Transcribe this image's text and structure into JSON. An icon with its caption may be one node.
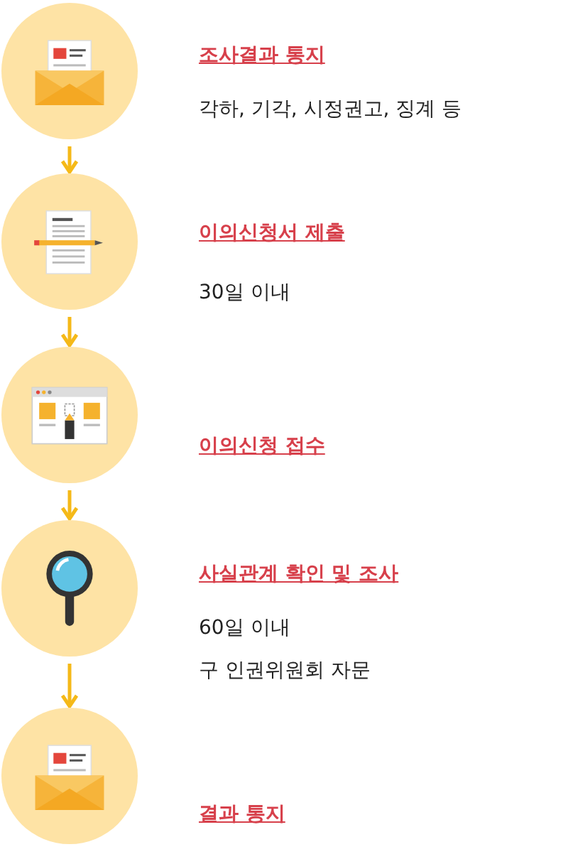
{
  "diagram": {
    "nodes": [
      {
        "text": [],
        "shape": "picture",
        "beside": [
          "조사결과 통지",
          "각하, 기각, 시정권고, 징계 등"
        ]
      },
      {
        "text": [],
        "shape": "picture",
        "beside": [
          "이의신청서 제출",
          "30일 이내"
        ]
      },
      {
        "text": [],
        "shape": "picture",
        "beside": [
          "이의신청 접수"
        ]
      },
      {
        "text": [],
        "shape": "picture",
        "beside": [
          "사실관계 확인 및 조사",
          "60일 이내",
          "구 인권위원회 자문"
        ]
      },
      {
        "text": [],
        "shape": "picture",
        "beside": [
          "결과 통지"
        ]
      }
    ],
    "edges": [
      {
        "from": 0,
        "to": 1,
        "arrow": "to"
      },
      {
        "from": 1,
        "to": 2,
        "arrow": "to"
      },
      {
        "from": 2,
        "to": 3,
        "arrow": "to"
      },
      {
        "from": 3,
        "to": 4,
        "arrow": "to"
      }
    ]
  }
}
